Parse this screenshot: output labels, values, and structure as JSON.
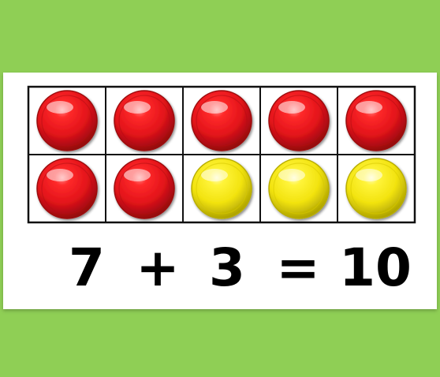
{
  "background_color": "#8fcf55",
  "card_color": "#ffffff",
  "grid_line_color": "#111111",
  "equation": {
    "addend_a": "7",
    "plus_sign": "+",
    "addend_b": "3",
    "equals_sign": "=",
    "sum": "10"
  },
  "ten_frame": {
    "red_count": 7,
    "yellow_count": 3,
    "colors": {
      "red_fill": "#e3131a",
      "red_dark": "#9c0c0f",
      "yellow_fill": "#f6ea16",
      "yellow_dark": "#b8ad00"
    },
    "counters": [
      {
        "color": "red"
      },
      {
        "color": "red"
      },
      {
        "color": "red"
      },
      {
        "color": "red"
      },
      {
        "color": "red"
      },
      {
        "color": "red"
      },
      {
        "color": "red"
      },
      {
        "color": "yellow"
      },
      {
        "color": "yellow"
      },
      {
        "color": "yellow"
      }
    ]
  }
}
